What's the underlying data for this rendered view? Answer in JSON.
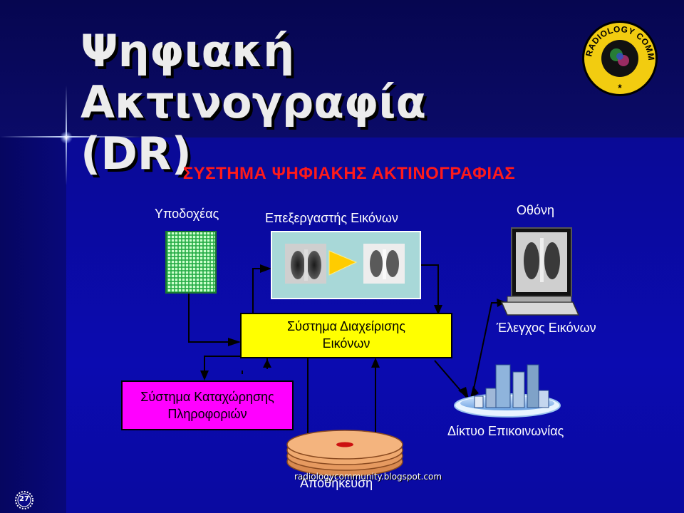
{
  "slide": {
    "title_line1": "Ψηφιακή Ακτινογραφία",
    "title_line2": "(DR)",
    "logo_text": "RADIOLOGY COMMUNITY",
    "logo_star": "*",
    "page_number": "27",
    "watermark": "radiologycommunity.blogspot.com"
  },
  "diagram": {
    "title": "ΣΥΣΤΗΜΑ ΨΗΦΙΑΚΗΣ ΑΚΤΙΝΟΓΡΑΦΙΑΣ",
    "receiver_label": "Υποδοχέας",
    "processor_label": "Επεξεργαστής Εικόνων",
    "monitor_label": "Οθόνη",
    "image_control_label": "Έλεγχος Εικόνων",
    "management_line1": "Σύστημα Διαχείρισης",
    "management_line2": "Εικόνων",
    "ris_line1": "Σύστημα Καταχώρησης",
    "ris_line2": "Πληροφοριών",
    "network_label": "Δίκτυο Επικοινωνίας",
    "storage_label": "Αποθήκευση"
  },
  "colors": {
    "background": "#0a0a8a",
    "title_text": "#ececec",
    "diagram_title": "#ff1a1a",
    "management_box": "#ffff00",
    "ris_box": "#ff00ff",
    "processor_box": "#a8d8d8",
    "receiver_grid": "#22aa44",
    "storage_disc": "#f4a460"
  }
}
